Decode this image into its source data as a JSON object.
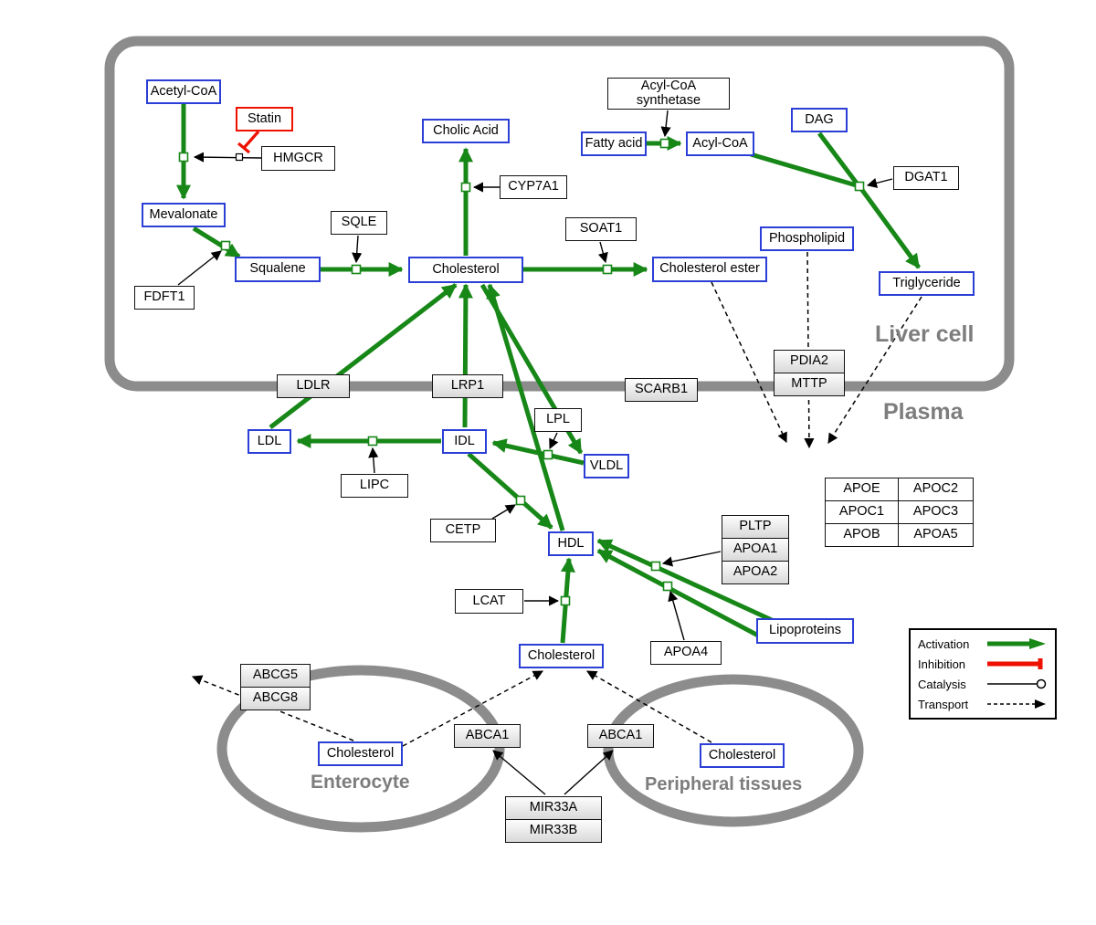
{
  "compartments": {
    "liver": "Liver cell",
    "plasma": "Plasma",
    "enterocyte": "Enterocyte",
    "peripheral": "Peripheral tissues"
  },
  "nodes": {
    "acetyl_coa": "Acetyl-CoA",
    "statin": "Statin",
    "hmgcr": "HMGCR",
    "mevalonate": "Mevalonate",
    "fdft1": "FDFT1",
    "squalene": "Squalene",
    "sqle": "SQLE",
    "cholic_acid": "Cholic Acid",
    "cyp7a1": "CYP7A1",
    "cholesterol_liver": "Cholesterol",
    "soat1": "SOAT1",
    "cholesterol_ester": "Cholesterol ester",
    "acyl_coa_synthetase": "Acyl-CoA synthetase",
    "fatty_acid": "Fatty acid",
    "acyl_coa": "Acyl-CoA",
    "dag": "DAG",
    "dgat1": "DGAT1",
    "phospholipid": "Phospholipid",
    "triglyceride": "Triglyceride",
    "ldlr": "LDLR",
    "lrp1": "LRP1",
    "scarb1": "SCARB1",
    "pdia2": "PDIA2",
    "mttp": "MTTP",
    "ldl": "LDL",
    "idl": "IDL",
    "lipc": "LIPC",
    "lpl": "LPL",
    "vldl": "VLDL",
    "cetp": "CETP",
    "hdl": "HDL",
    "lcat": "LCAT",
    "pltp": "PLTP",
    "apoa1": "APOA1",
    "apoa2": "APOA2",
    "apoa4": "APOA4",
    "lipoproteins": "Lipoproteins",
    "cholesterol_plasma": "Cholesterol",
    "abcg5": "ABCG5",
    "abcg8": "ABCG8",
    "cholesterol_enterocyte": "Cholesterol",
    "abca1_enterocyte": "ABCA1",
    "abca1_peripheral": "ABCA1",
    "cholesterol_peripheral": "Cholesterol",
    "mir33a": "MIR33A",
    "mir33b": "MIR33B"
  },
  "apo_table": {
    "rows": [
      [
        "APOE",
        "APOC2"
      ],
      [
        "APOC1",
        "APOC3"
      ],
      [
        "APOB",
        "APOA5"
      ]
    ]
  },
  "legend": {
    "activation": "Activation",
    "inhibition": "Inhibition",
    "catalysis": "Catalysis",
    "transport": "Transport"
  },
  "colors": {
    "activation_green": "#178717",
    "inhibition_red": "#ee1100",
    "metabolite_border_blue": "#2b3fd6",
    "compartment_gray": "#8c8c8c"
  }
}
